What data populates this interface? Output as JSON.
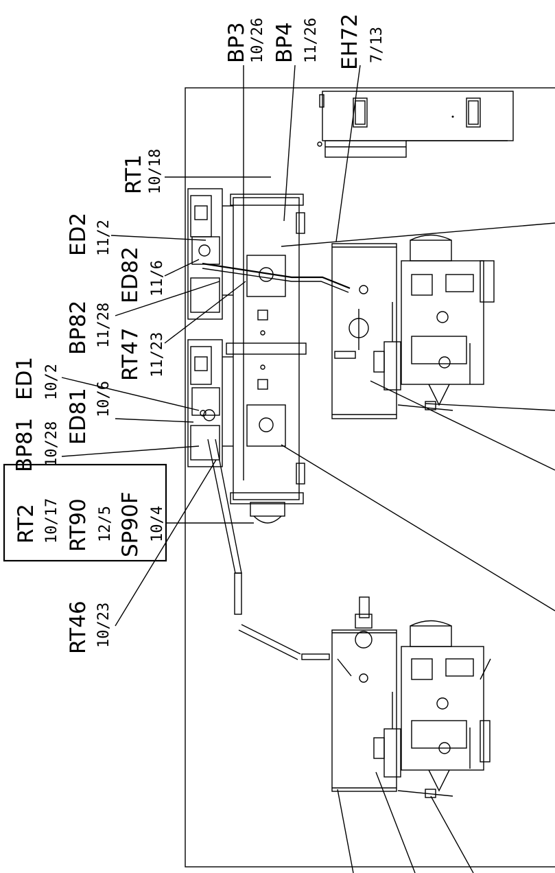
{
  "callouts": [
    {
      "id": "BP3",
      "ref": "10/26"
    },
    {
      "id": "BP4",
      "ref": "11/26"
    },
    {
      "id": "EH72",
      "ref": "7/13"
    },
    {
      "id": "RT1",
      "ref": "10/18"
    },
    {
      "id": "ED2",
      "ref": "11/2"
    },
    {
      "id": "ED82",
      "ref": "11/6"
    },
    {
      "id": "BP82",
      "ref": "11/28"
    },
    {
      "id": "RT47",
      "ref": "11/23"
    },
    {
      "id": "ED1",
      "ref": "10/2"
    },
    {
      "id": "ED81",
      "ref": "10/6"
    },
    {
      "id": "BP81",
      "ref": "10/28"
    },
    {
      "id": "RT46",
      "ref": "10/23"
    }
  ],
  "boxed_group": [
    {
      "id": "RT2",
      "ref": "10/17"
    },
    {
      "id": "RT90",
      "ref": "12/5"
    },
    {
      "id": "SP90F",
      "ref": "10/4"
    }
  ]
}
